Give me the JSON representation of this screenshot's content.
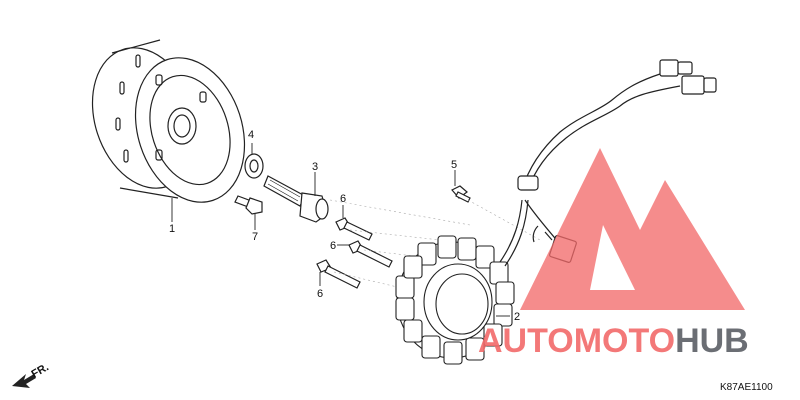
{
  "diagram": {
    "callouts": [
      "1",
      "2",
      "3",
      "4",
      "5",
      "6",
      "6",
      "6",
      "7"
    ],
    "direction_label": "FR.",
    "drawing_code": "K87AE1100"
  },
  "watermark": {
    "brand_part1": "AUTOMOTO",
    "brand_part2": "HUB",
    "color_primary": "#f26a6a",
    "color_secondary": "#5b5f66"
  }
}
